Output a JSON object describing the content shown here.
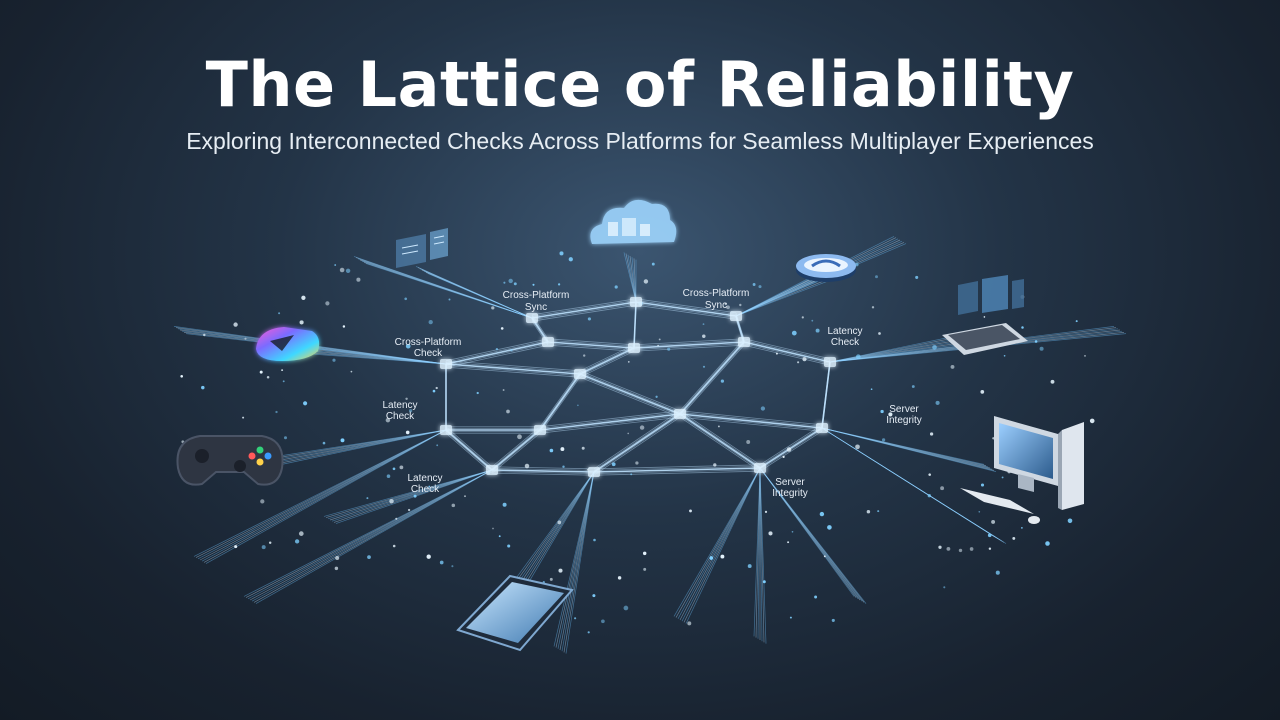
{
  "title": "The Lattice of Reliability",
  "subtitle": "Exploring Interconnected Checks Across Platforms for Seamless Multiplayer Experiences",
  "labels": {
    "cross_platform_sync_1": [
      "Cross-Platform",
      "Sync"
    ],
    "cross_platform_sync_2": [
      "Cross-Platform",
      "Sync"
    ],
    "cross_platform_check": [
      "Cross-Platform",
      "Check"
    ],
    "latency_check_1": [
      "Latency",
      "Check"
    ],
    "latency_check_2": [
      "Latency",
      "Check"
    ],
    "latency_check_3": [
      "Latency",
      "Check"
    ],
    "server_integrity_1": [
      "Server",
      "Integrity"
    ],
    "server_integrity_2": [
      "Server",
      "Integrity"
    ]
  },
  "colors": {
    "line": "#bfe3ff",
    "glow": "#6ec3ff",
    "accent": "#7fd0ff"
  },
  "devices": [
    "cloud-icon",
    "dashboard-screens-icon",
    "router-icon",
    "vr-headset-icon",
    "monitor-panels-icon",
    "gamepad-icon",
    "desktop-computer-icon",
    "smartphone-icon"
  ]
}
